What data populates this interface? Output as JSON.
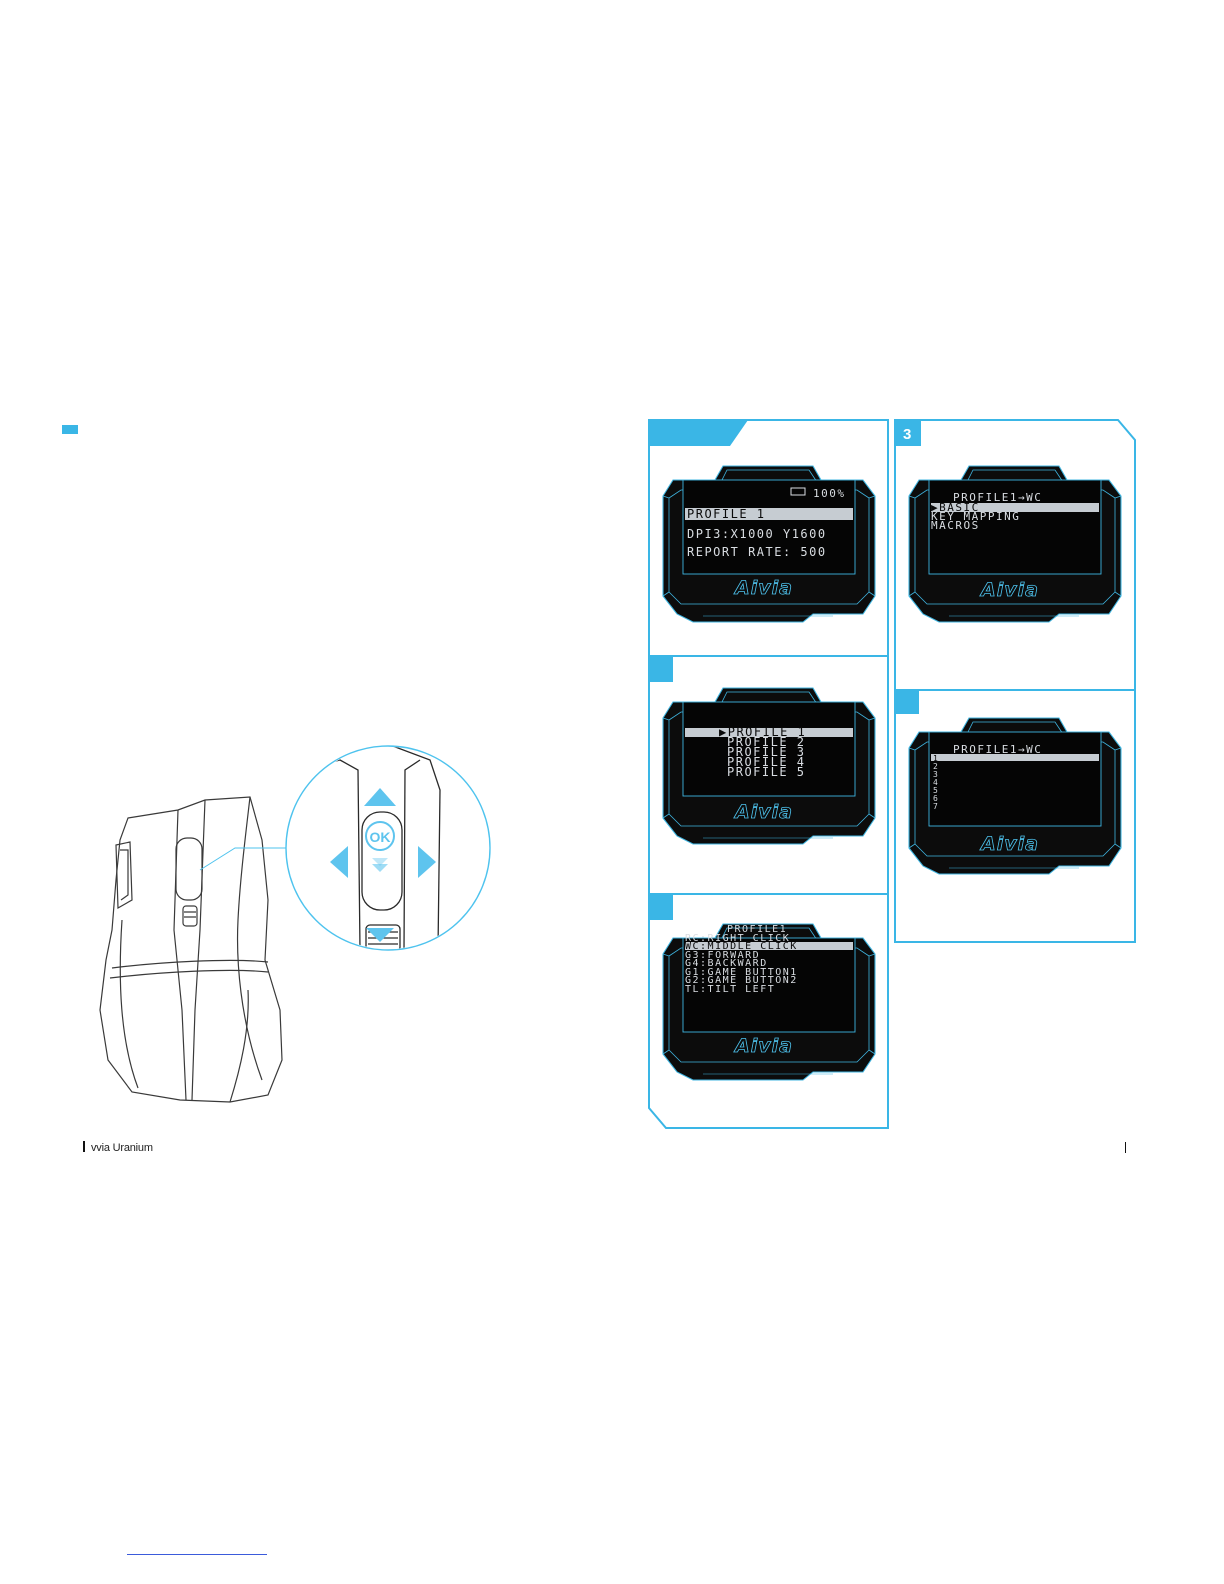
{
  "footer": {
    "left_text": "vvia Uranium"
  },
  "illustration": {
    "ok_label": "OK"
  },
  "panels": {
    "p1": {
      "battery": "100%",
      "lines": [
        "PROFILE 1",
        "DPI3:X1000 Y1600",
        "REPORT RATE: 500"
      ],
      "logo": "Aivia"
    },
    "p2": {
      "lines": [
        "▶PROFILE 1",
        "PROFILE 2",
        "PROFILE 3",
        "PROFILE 4",
        "PROFILE 5"
      ],
      "logo": "Aivia"
    },
    "p3": {
      "step": "3",
      "header": "PROFILE1→WC",
      "lines": [
        "▶BASIC",
        "KEY MAPPING",
        "MACROS"
      ],
      "logo": "Aivia"
    },
    "p4": {
      "header": "PROFILE1→WC",
      "lines": [
        "1",
        "2",
        "3",
        "4",
        "5",
        "6",
        "7"
      ],
      "logo": "Aivia"
    },
    "p5": {
      "header": "PROFILE1",
      "lines": [
        "RC:RIGHT CLICK",
        "WC:MIDDLE CLICK",
        "G3:FORWARD",
        "G4:BACKWARD",
        "G1:GAME BUTTON1",
        "G2:GAME BUTTON2",
        "TL:TILT LEFT"
      ],
      "logo": "Aivia"
    }
  },
  "colors": {
    "accent": "#3ab6e6",
    "lcd_bg": "#0b0b0b",
    "lcd_line": "#3fb5e0"
  }
}
